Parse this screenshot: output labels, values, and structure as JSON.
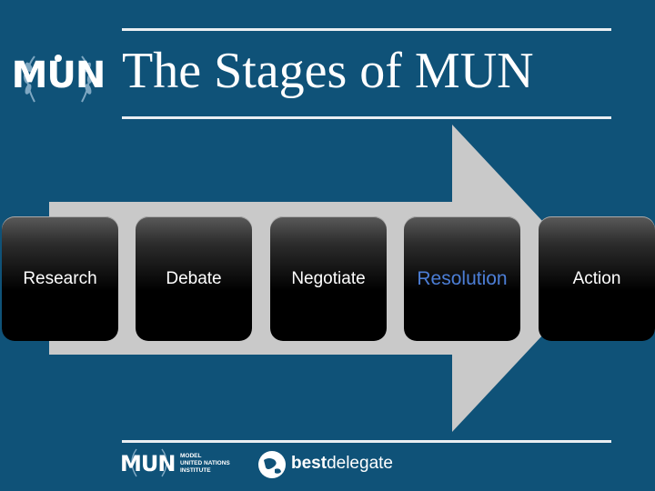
{
  "slide": {
    "title": "The Stages of MUN",
    "logo_text": "MUN"
  },
  "stages": [
    {
      "label": "Research",
      "highlight": false
    },
    {
      "label": "Debate",
      "highlight": false
    },
    {
      "label": "Negotiate",
      "highlight": false
    },
    {
      "label": "Resolution",
      "highlight": true
    },
    {
      "label": "Action",
      "highlight": false
    }
  ],
  "footer": {
    "mun_logo_text": "MUN",
    "mun_institute_line1": "MODEL",
    "mun_institute_line2": "UNITED NATIONS",
    "mun_institute_line3": "INSTITUTE",
    "bd_logo_bold": "best",
    "bd_logo_rest": "delegate"
  },
  "colors": {
    "background": "#0f5278",
    "arrow": "#c9c9c9",
    "highlight_text": "#4c7ed6"
  }
}
